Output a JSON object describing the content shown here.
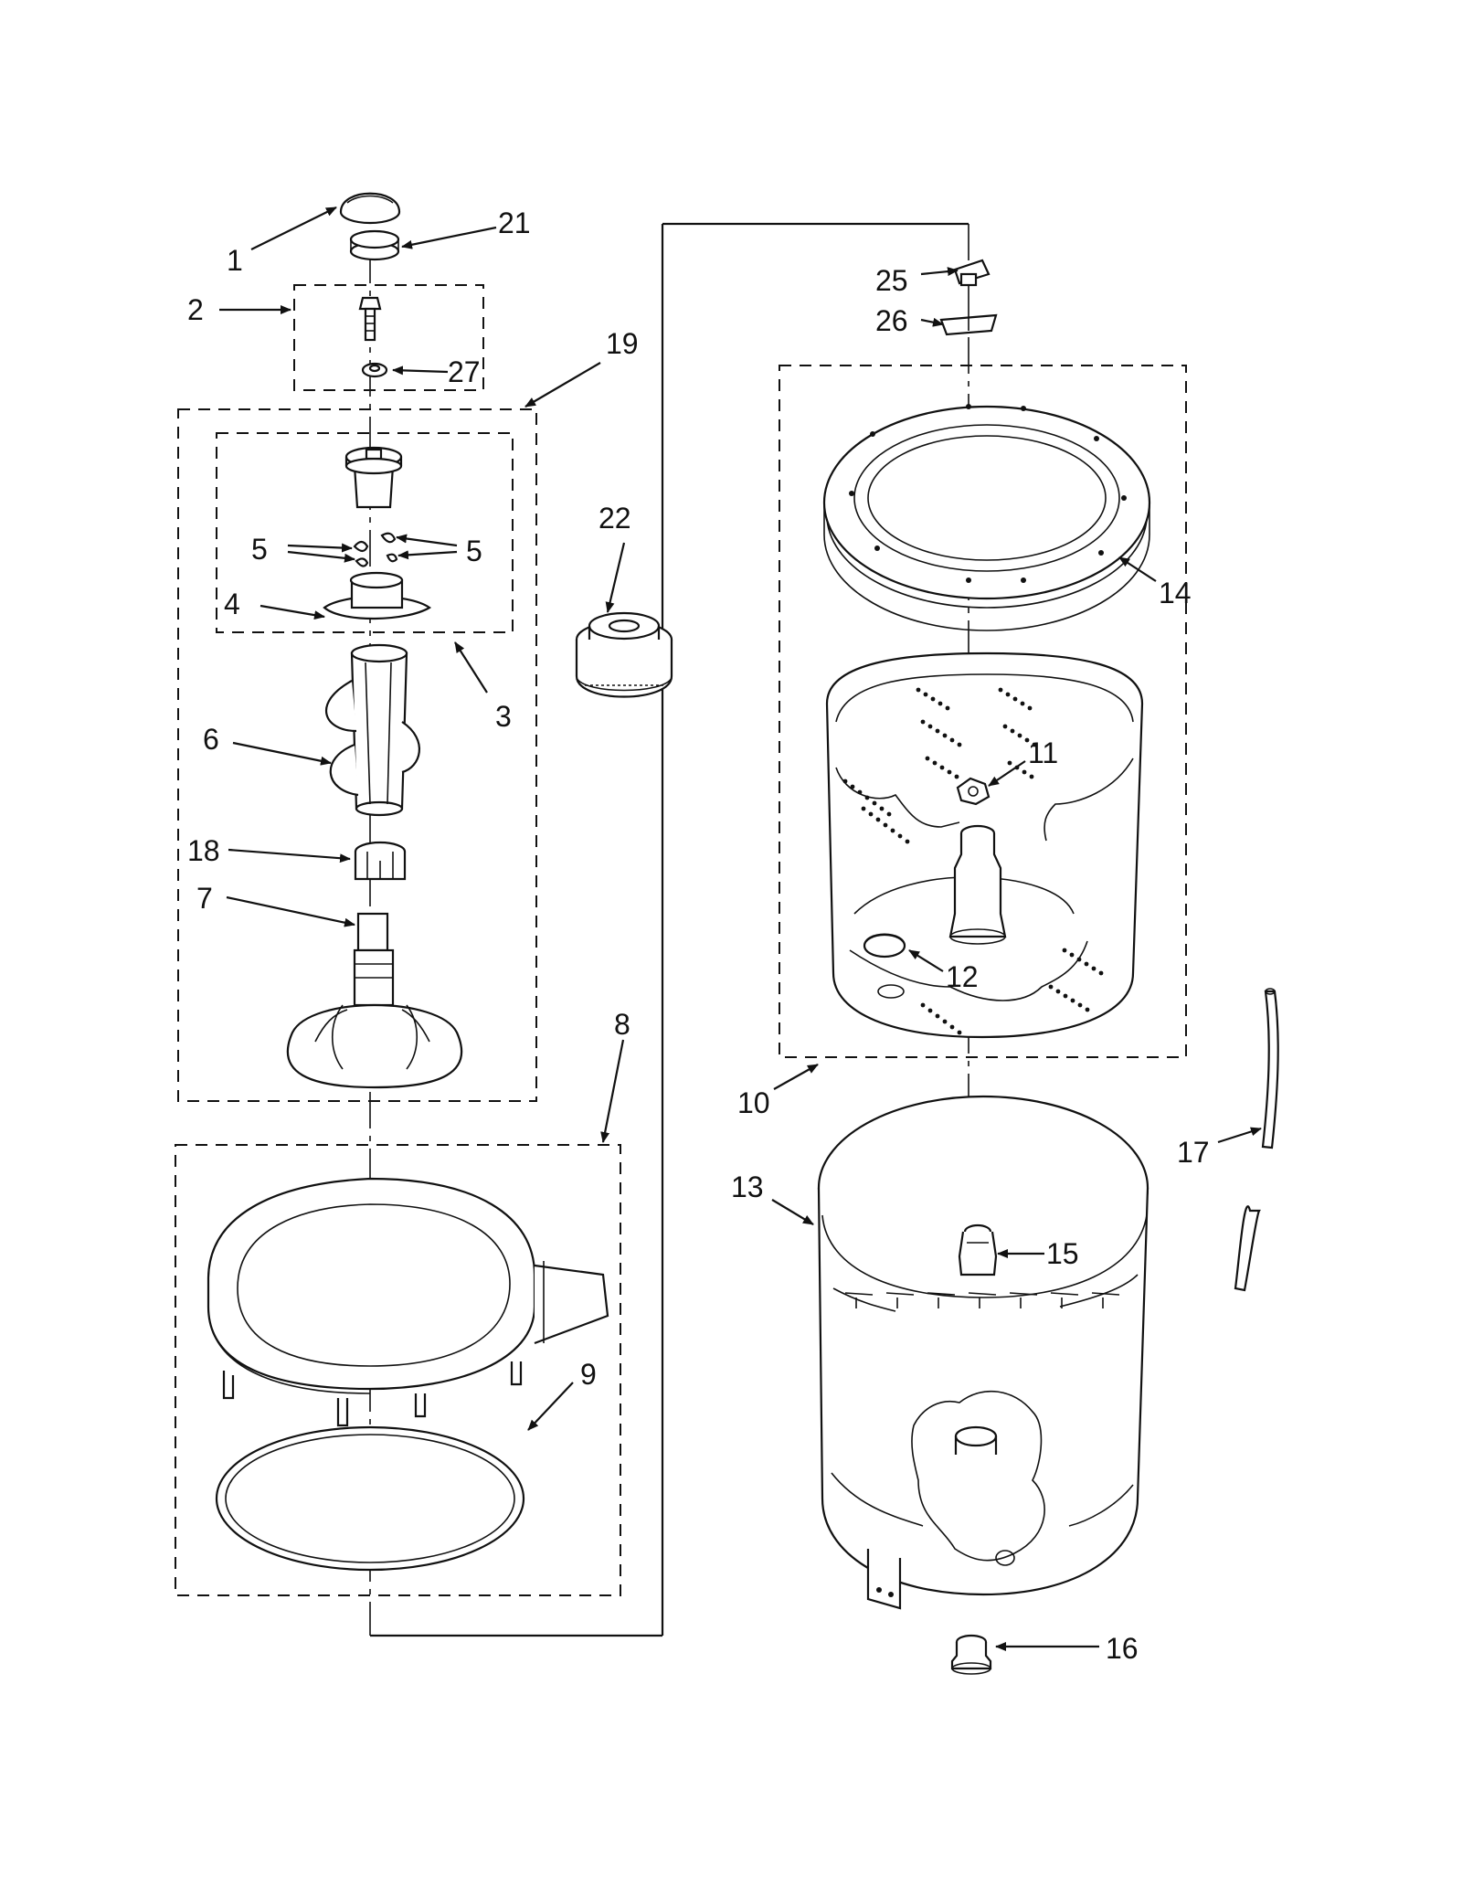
{
  "diagram": {
    "labels": {
      "l1": "1",
      "l2": "2",
      "l3": "3",
      "l4": "4",
      "l5a": "5",
      "l5b": "5",
      "l6": "6",
      "l7": "7",
      "l8": "8",
      "l9": "9",
      "l10": "10",
      "l11": "11",
      "l12": "12",
      "l13": "13",
      "l14": "14",
      "l15": "15",
      "l16": "16",
      "l17": "17",
      "l18": "18",
      "l19": "19",
      "l21": "21",
      "l22": "22",
      "l25": "25",
      "l26": "26",
      "l27": "27"
    }
  }
}
